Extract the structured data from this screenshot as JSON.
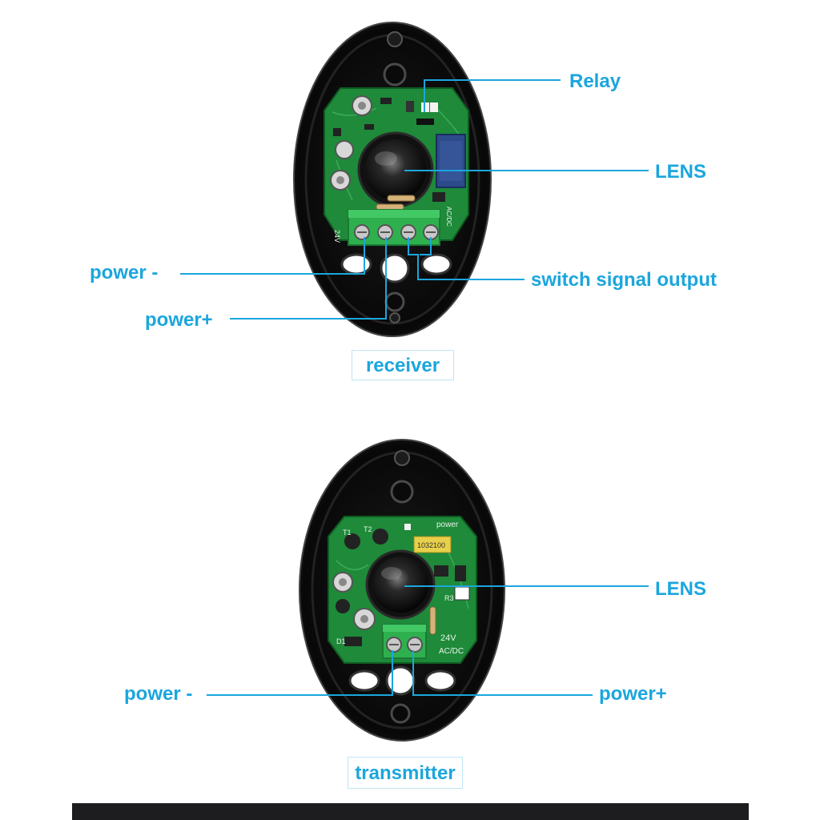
{
  "receiver": {
    "caption": "receiver",
    "labels": {
      "relay": "Relay",
      "lens": "LENS",
      "power_minus": "power -",
      "power_plus": "power+",
      "switch_output": "switch signal output"
    },
    "pcb_text": {
      "voltage": "24V",
      "acdc": "AC/DC"
    }
  },
  "transmitter": {
    "caption": "transmitter",
    "labels": {
      "lens": "LENS",
      "power_minus": "power -",
      "power_plus": "power+"
    },
    "pcb_text": {
      "power": "power",
      "voltage": "24V",
      "acdc": "AC/DC",
      "t1": "T1",
      "t2": "T2",
      "d1": "D1",
      "r3": "R3",
      "code": "1032100"
    }
  },
  "colors": {
    "label": "#1ba6dd",
    "leader_line": "#1ba6dd",
    "housing": "#0b0b0b",
    "pcb": "#1e8a3a",
    "terminal": "#2fb04f",
    "relay_body": "#2d4a8a"
  }
}
